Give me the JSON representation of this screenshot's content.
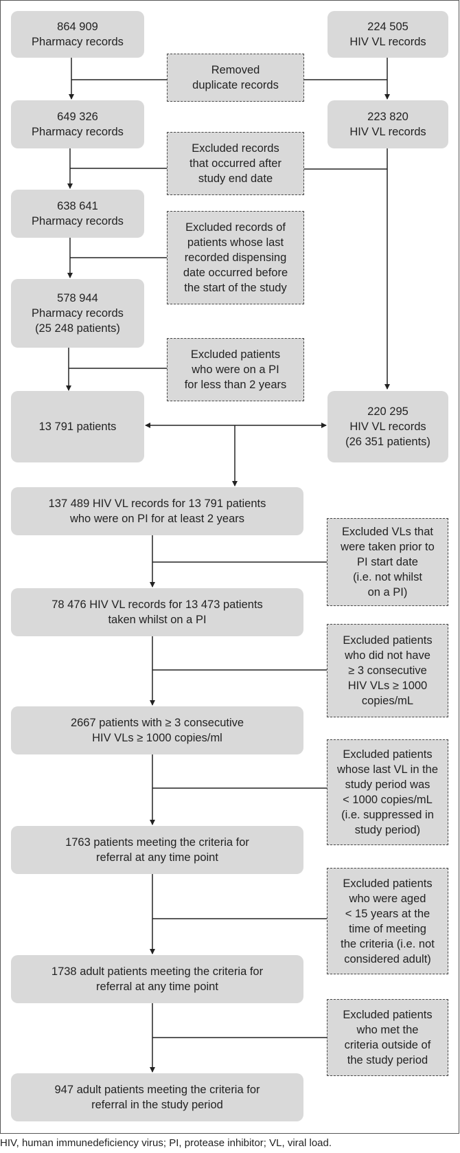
{
  "nodes": {
    "pharm1": "864 909\nPharmacy records",
    "vl1": "224 505\nHIV VL records",
    "ex_dup": "Removed\nduplicate records",
    "pharm2": "649 326\nPharmacy records",
    "vl2": "223 820\nHIV VL records",
    "ex_end": "Excluded records\nthat occurred after\nstudy end date",
    "pharm3": "638 641\nPharmacy records",
    "ex_last": "Excluded records of\npatients whose last\nrecorded dispensing\ndate occurred before\nthe start of the study",
    "pharm4": "578 944\nPharmacy records\n(25 248 patients)",
    "ex_pi": "Excluded patients\nwho were on a PI\nfor less than 2 years",
    "patients": "13 791 patients",
    "vl3": "220 295\nHIV VL records\n(26 351 patients)",
    "merge": "137 489 HIV VL records for 13 791 patients\nwho were on PI for at least 2 years",
    "ex_prior": "Excluded VLs that\nwere taken prior to\nPI start date\n(i.e. not whilst\non a PI)",
    "whilst": "78 476 HIV VL records for 13 473 patients\ntaken whilst on a PI",
    "ex_consec": "Excluded patients\nwho did not have\n≥ 3 consecutive\nHIV VLs ≥ 1000\ncopies/mL",
    "consec": "2667 patients with ≥ 3 consecutive\nHIV VLs ≥ 1000 copies/ml",
    "ex_suppr": "Excluded patients\nwhose last VL in the\nstudy period was\n< 1000 copies/mL\n(i.e. suppressed in\nstudy period)",
    "criteria": "1763 patients meeting the criteria for\nreferral at any time point",
    "ex_age": "Excluded patients\nwho were aged\n< 15 years at the\ntime of meeting\nthe criteria (i.e. not\nconsidered adult)",
    "adult": "1738 adult patients meeting the criteria for\nreferral at any time point",
    "ex_outside": "Excluded patients\nwho met the\ncriteria outside of\nthe study period",
    "final": "947 adult patients meeting the criteria for\nreferral in the study period"
  },
  "caption": "HIV, human immunedeficiency virus; PI, protease inhibitor; VL, viral load."
}
